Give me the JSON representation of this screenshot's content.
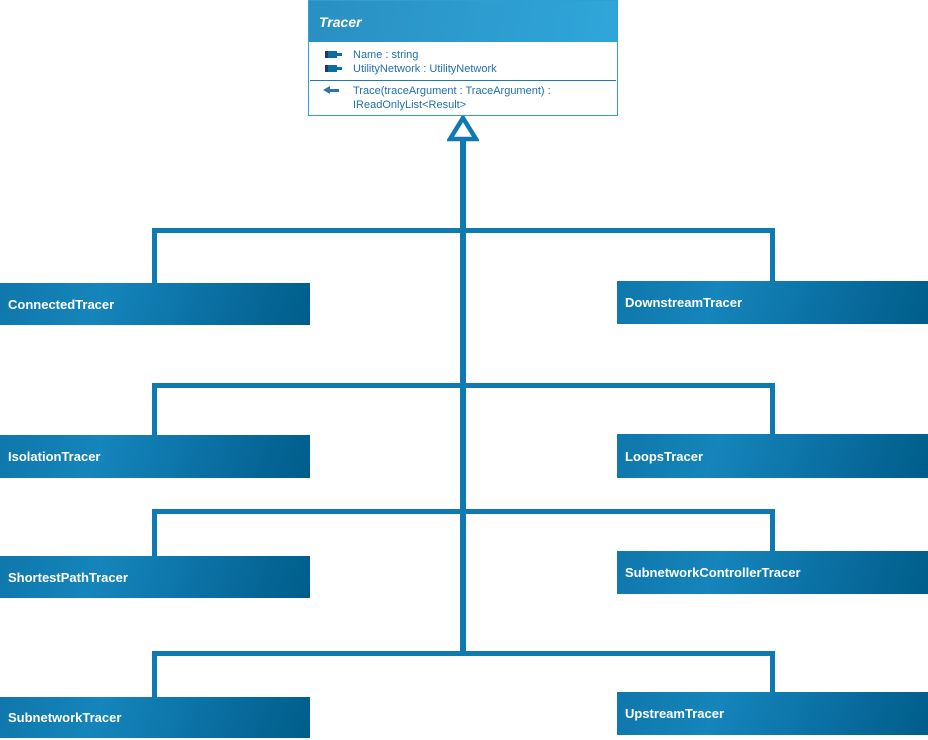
{
  "diagram": {
    "type": "uml-class-diagram",
    "relationship": "generalization",
    "parent": {
      "name": "Tracer",
      "attributes": [
        "Name : string",
        "UtilityNetwork : UtilityNetwork"
      ],
      "method_lines": [
        "Trace(traceArgument : TraceArgument) :",
        "IReadOnlyList<Result>"
      ]
    },
    "subclasses": [
      "ConnectedTracer",
      "DownstreamTracer",
      "IsolationTracer",
      "LoopsTracer",
      "ShortestPathTracer",
      "SubnetworkControllerTracer",
      "SubnetworkTracer",
      "UpstreamTracer"
    ],
    "icons": {
      "attribute": "property-icon",
      "method": "arrow-left-icon",
      "inheritance": "hollow-triangle-up-icon"
    },
    "colors": {
      "connector": "#0e7ab0",
      "subclass_gradient_start": "#1585bb",
      "subclass_gradient_end": "#005d8a",
      "header_gradient_start": "#2a8fc2",
      "header_gradient_end": "#2fa6d9",
      "parent_border": "#2e9fce",
      "member_text": "#1f6fae",
      "label_text": "#ffffff"
    }
  }
}
